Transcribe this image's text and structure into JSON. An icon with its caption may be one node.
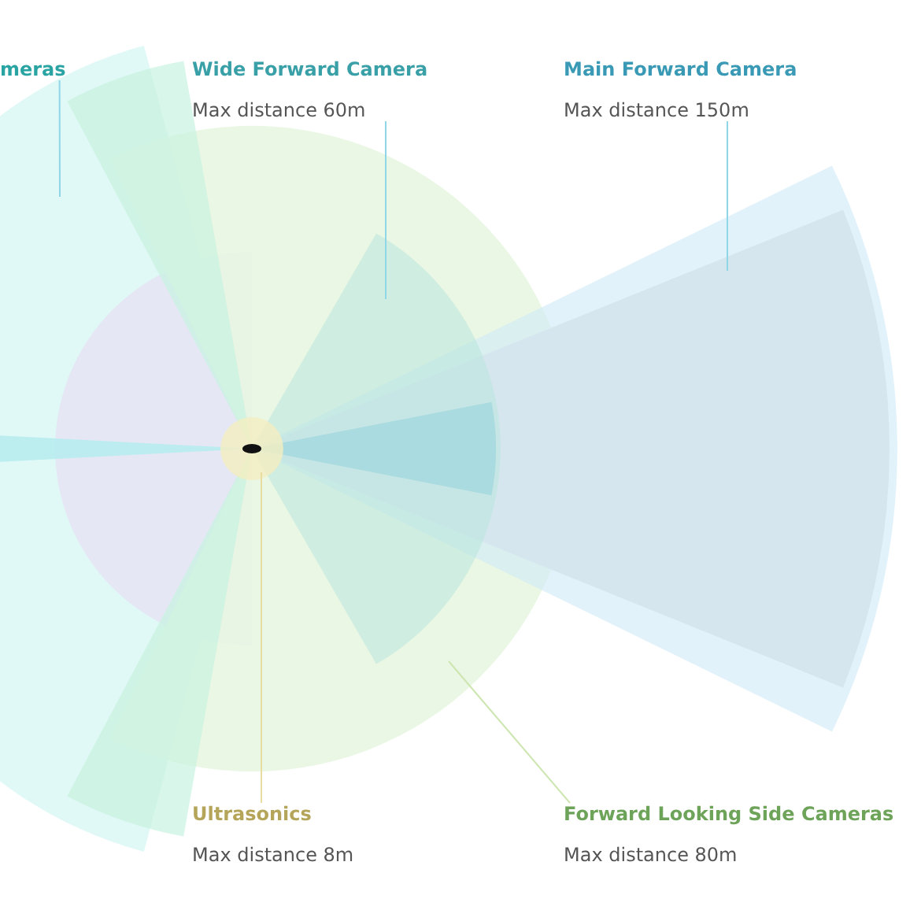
{
  "diagram": {
    "nodes": [
      {
        "text": [
          "meras"
        ]
      },
      {
        "text": [
          "Wide Forward Camera",
          "Max distance 60m"
        ]
      },
      {
        "text": [
          "Main Forward Camera",
          "Max distance 150m"
        ]
      },
      {
        "text": [
          "Ultrasonics",
          "Max distance 8m"
        ]
      },
      {
        "text": [
          "Forward Looking Side Cameras",
          "Max distance 80m"
        ]
      }
    ],
    "edges": [
      {
        "from": 0,
        "to": null,
        "arrow": "none"
      },
      {
        "from": 1,
        "to": null,
        "arrow": "none"
      },
      {
        "from": 2,
        "to": null,
        "arrow": "none"
      },
      {
        "from": 3,
        "to": null,
        "arrow": "none",
        "color": "#e8dca0"
      },
      {
        "from": 4,
        "to": null,
        "arrow": "none",
        "color": "#cde6b0"
      }
    ]
  }
}
